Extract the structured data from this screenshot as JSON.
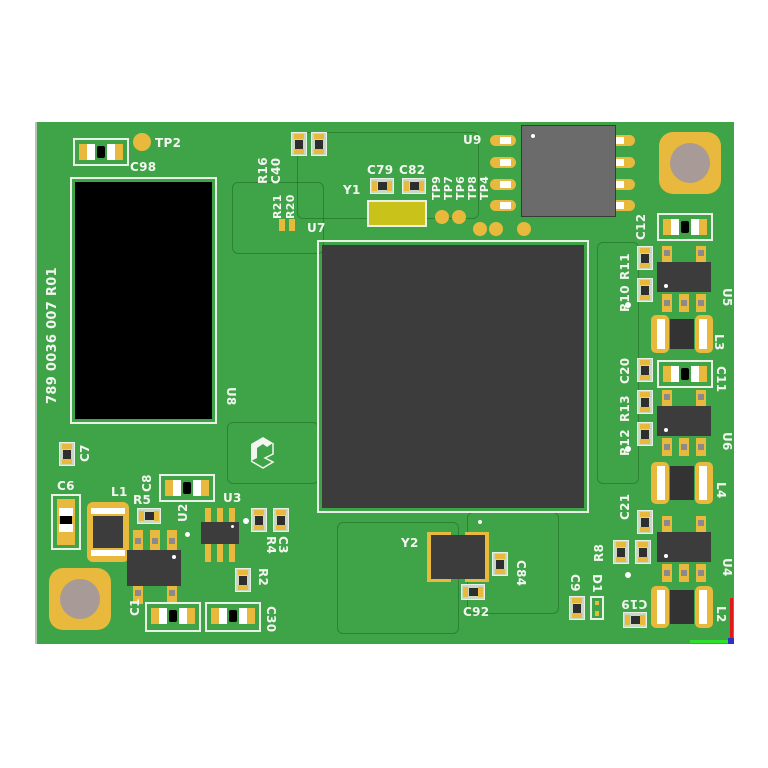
{
  "board": {
    "part_number": "789 0036 007 R01",
    "colors": {
      "solder_mask": "#3fa447",
      "silkscreen": "#f3f6f0",
      "pad_gold": "#e8b93c",
      "chip_body": "#3c3c3c",
      "mount_hole": "#a89a96"
    }
  },
  "labels": {
    "tp2": "TP2",
    "c98": "C98",
    "r16": "R16",
    "c40": "C40",
    "r21": "R21",
    "r20": "R20",
    "u7": "U7",
    "c79": "C79",
    "c82": "C82",
    "y1": "Y1",
    "tp9": "TP9",
    "tp7": "TP7",
    "tp6": "TP6",
    "tp8": "TP8",
    "tp4": "TP4",
    "u9": "U9",
    "c12": "C12",
    "r11": "R11",
    "r10": "R10",
    "u5": "U5",
    "l3": "L3",
    "c20": "C20",
    "c11": "C11",
    "r13": "R13",
    "r12": "R12",
    "u6": "U6",
    "l4": "L4",
    "c21": "C21",
    "r8": "R8",
    "u4": "U4",
    "c9": "C9",
    "d1": "D1",
    "c19": "C19",
    "l2": "L2",
    "u8": "U8",
    "c7": "C7",
    "c6": "C6",
    "l1": "L1",
    "c8": "C8",
    "r5": "R5",
    "u2": "U2",
    "u3": "U3",
    "r4": "R4",
    "c3": "C3",
    "r2": "R2",
    "c1": "C1",
    "c30": "C30",
    "y2": "Y2",
    "c84": "C84",
    "c92": "C92"
  }
}
